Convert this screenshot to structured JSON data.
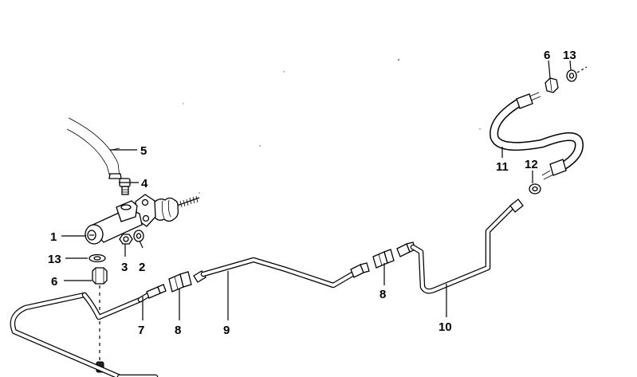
{
  "diagram": {
    "callouts": [
      {
        "id": "c1",
        "label": "1"
      },
      {
        "id": "c2",
        "label": "2"
      },
      {
        "id": "c3",
        "label": "3"
      },
      {
        "id": "c4",
        "label": "4"
      },
      {
        "id": "c5",
        "label": "5"
      },
      {
        "id": "c6a",
        "label": "6"
      },
      {
        "id": "c6b",
        "label": "6"
      },
      {
        "id": "c7",
        "label": "7"
      },
      {
        "id": "c8a",
        "label": "8"
      },
      {
        "id": "c8b",
        "label": "8"
      },
      {
        "id": "c9",
        "label": "9"
      },
      {
        "id": "c10",
        "label": "10"
      },
      {
        "id": "c11",
        "label": "11"
      },
      {
        "id": "c12",
        "label": "12"
      },
      {
        "id": "c13a",
        "label": "13"
      },
      {
        "id": "c13b",
        "label": "13"
      }
    ]
  }
}
